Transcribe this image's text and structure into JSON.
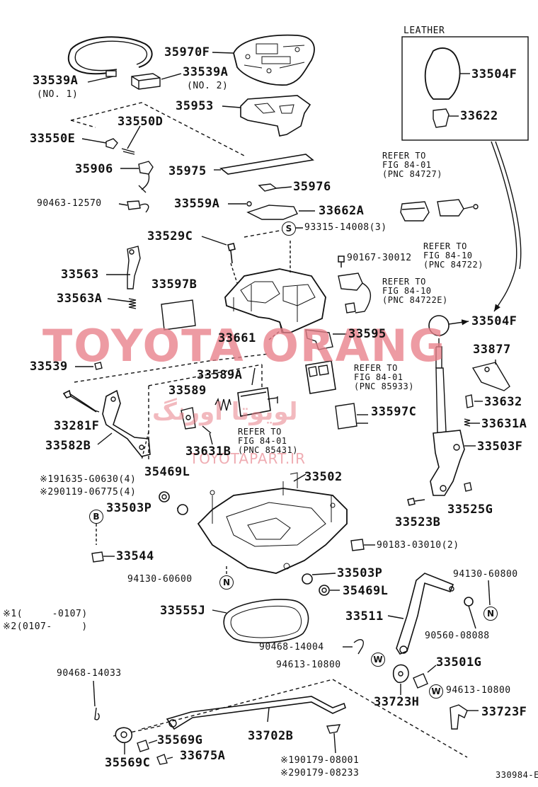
{
  "watermark": {
    "main": "TOYOTA ORANG",
    "arabic": "لویوتا اورنگ",
    "site": "TOYOTAPART.IR"
  },
  "leather_box_title": "LEATHER",
  "figure_code": "330984-E",
  "legend": {
    "line1": "※1(     -0107)",
    "line2": "※2(0107-     )"
  },
  "labels": {
    "p33539A_1": "33539A",
    "p33539A_1_note": "(NO. 1)",
    "p33539A_2": "33539A",
    "p33539A_2_note": "(NO. 2)",
    "p35970F": "35970F",
    "p35953": "35953",
    "p33550D": "33550D",
    "p33550E": "33550E",
    "p35906": "35906",
    "p35975": "35975",
    "p35976": "35976",
    "p90463": "90463-12570",
    "p33559A": "33559A",
    "p33662A": "33662A",
    "p93315": "93315-14008(3)",
    "p33529C": "33529C",
    "p33563": "33563",
    "p33563A": "33563A",
    "p33597B": "33597B",
    "p33661": "33661",
    "p33595": "33595",
    "p90167": "90167-30012",
    "p33504F_top": "33504F",
    "p33622": "33622",
    "p33504F_mid": "33504F",
    "p33877": "33877",
    "p33539": "33539",
    "p33589A": "33589A",
    "p33589": "33589",
    "p33281F": "33281F",
    "p33582B": "33582B",
    "p33631B": "33631B",
    "p33597C": "33597C",
    "p33632": "33632",
    "p33631A": "33631A",
    "p33503F": "33503F",
    "p35469L_top": "35469L",
    "p33502": "33502",
    "p91635": "※191635-G0630(4)",
    "p90119": "※290119-06775(4)",
    "p33503P_left": "33503P",
    "p33525G": "33525G",
    "p33523B": "33523B",
    "p33544": "33544",
    "p90183": "90183-03010(2)",
    "p94130_60600": "94130-60600",
    "p33503P_right": "33503P",
    "p35469L_bot": "35469L",
    "p94130_60800": "94130-60800",
    "p33555J": "33555J",
    "p33511": "33511",
    "p90560": "90560-08088",
    "p90468_14004": "90468-14004",
    "p94613_left": "94613-10800",
    "p33501G": "33501G",
    "p94613_right": "94613-10800",
    "p90468_14033": "90468-14033",
    "p33723H": "33723H",
    "p33723F": "33723F",
    "p33702B": "33702B",
    "p35569G": "35569G",
    "p35569C": "35569C",
    "p33675A": "33675A",
    "p90179_08001": "※190179-08001",
    "p90179_08233": "※290179-08233"
  },
  "refs": {
    "r84727": [
      "REFER TO",
      "FIG 84-01",
      "(PNC 84727)"
    ],
    "r84722": [
      "REFER TO",
      "FIG 84-10",
      "(PNC 84722)"
    ],
    "r84722E": [
      "REFER TO",
      "FIG 84-10",
      "(PNC 84722E)"
    ],
    "r85933": [
      "REFER TO",
      "FIG 84-01",
      "(PNC 85933)"
    ],
    "r85431": [
      "REFER TO",
      "FIG 84-01",
      "(PNC 85431)"
    ]
  },
  "symbols": {
    "S": "S",
    "B": "B",
    "N": "N",
    "W": "W"
  },
  "colors": {
    "ink": "#111111",
    "watermark": "#e8808a",
    "paper": "#ffffff"
  }
}
